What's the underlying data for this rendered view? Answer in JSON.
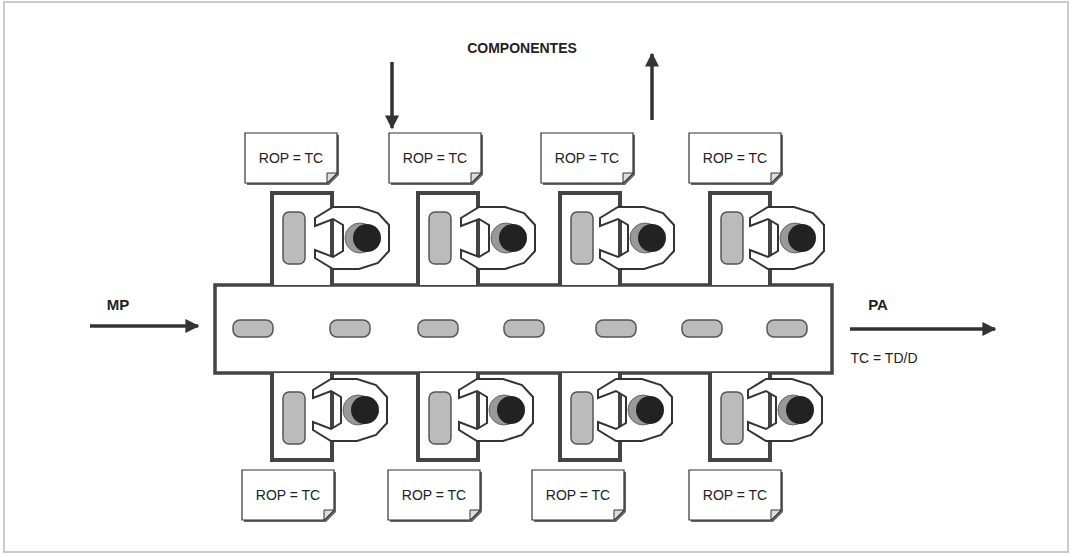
{
  "diagram": {
    "nodes": [
      {
        "text": [
          "ROP = TC"
        ]
      },
      {
        "text": [
          "ROP = TC"
        ]
      },
      {
        "text": [
          "ROP = TC"
        ]
      },
      {
        "text": [
          "ROP = TC"
        ]
      },
      {
        "text": [
          "ROP = TC"
        ]
      },
      {
        "text": [
          "ROP = TC"
        ]
      },
      {
        "text": [
          "ROP = TC"
        ]
      },
      {
        "text": [
          "ROP = TC"
        ]
      }
    ],
    "labels": [
      "COMPONENTES",
      "MP",
      "PA",
      "TC = TD/D"
    ]
  }
}
